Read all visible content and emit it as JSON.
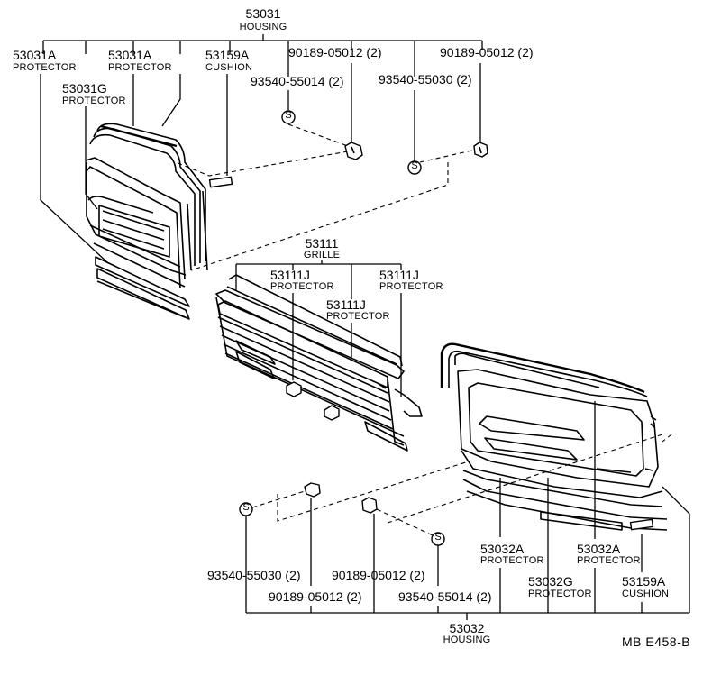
{
  "callouts": {
    "housing_upper": {
      "number": "53031",
      "name": "HOUSING"
    },
    "protector_53031a_left": {
      "number": "53031A",
      "name": "PROTECTOR"
    },
    "protector_53031a_mid": {
      "number": "53031A",
      "name": "PROTECTOR"
    },
    "protector_53031g": {
      "number": "53031G",
      "name": "PROTECTOR"
    },
    "cushion_53159a_upper": {
      "number": "53159A",
      "name": "CUSHION"
    },
    "clip_90189_upper_a": {
      "number": "90189-05012 (2)"
    },
    "clip_90189_upper_b": {
      "number": "90189-05012 (2)"
    },
    "screw_93540_55014_upper": {
      "number": "93540-55014 (2)"
    },
    "screw_93540_55030_upper": {
      "number": "93540-55030 (2)"
    },
    "grille": {
      "number": "53111",
      "name": "GRILLE"
    },
    "protector_53111j_left": {
      "number": "53111J",
      "name": "PROTECTOR"
    },
    "protector_53111j_right": {
      "number": "53111J",
      "name": "PROTECTOR"
    },
    "protector_53111j_mid": {
      "number": "53111J",
      "name": "PROTECTOR"
    },
    "screw_93540_55030_lower": {
      "number": "93540-55030 (2)"
    },
    "clip_90189_lower_a": {
      "number": "90189-05012 (2)"
    },
    "clip_90189_lower_b": {
      "number": "90189-05012 (2)"
    },
    "screw_93540_55014_lower": {
      "number": "93540-55014 (2)"
    },
    "protector_53032a_left": {
      "number": "53032A",
      "name": "PROTECTOR"
    },
    "protector_53032a_right": {
      "number": "53032A",
      "name": "PROTECTOR"
    },
    "protector_53032g": {
      "number": "53032G",
      "name": "PROTECTOR"
    },
    "cushion_53159a_lower": {
      "number": "53159A",
      "name": "CUSHION"
    },
    "housing_lower": {
      "number": "53032",
      "name": "HOUSING"
    }
  },
  "screw_symbol": "S",
  "reference_code": "MB  E458-B"
}
